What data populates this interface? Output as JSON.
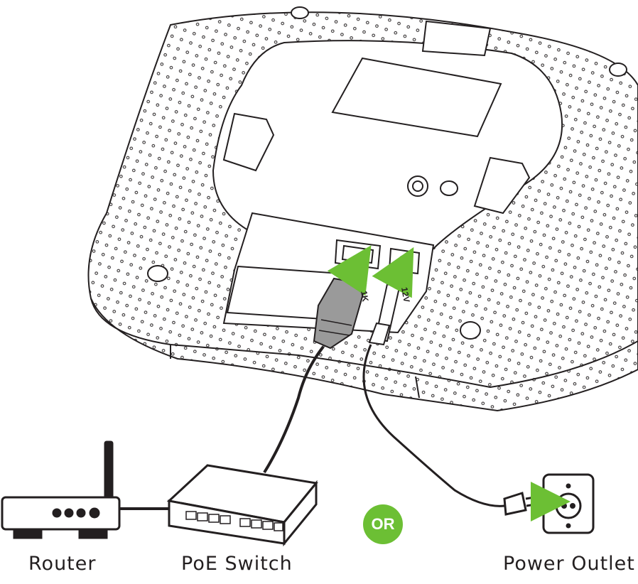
{
  "labels": {
    "router": "Router",
    "poe_switch": "PoE Switch",
    "power_outlet": "Power Outlet",
    "or": "OR",
    "port_lan": "1K",
    "port_power": "12V"
  },
  "colors": {
    "line": "#231f20",
    "accent_green": "#6cbf34",
    "connector_gray": "#9a9a9a"
  }
}
